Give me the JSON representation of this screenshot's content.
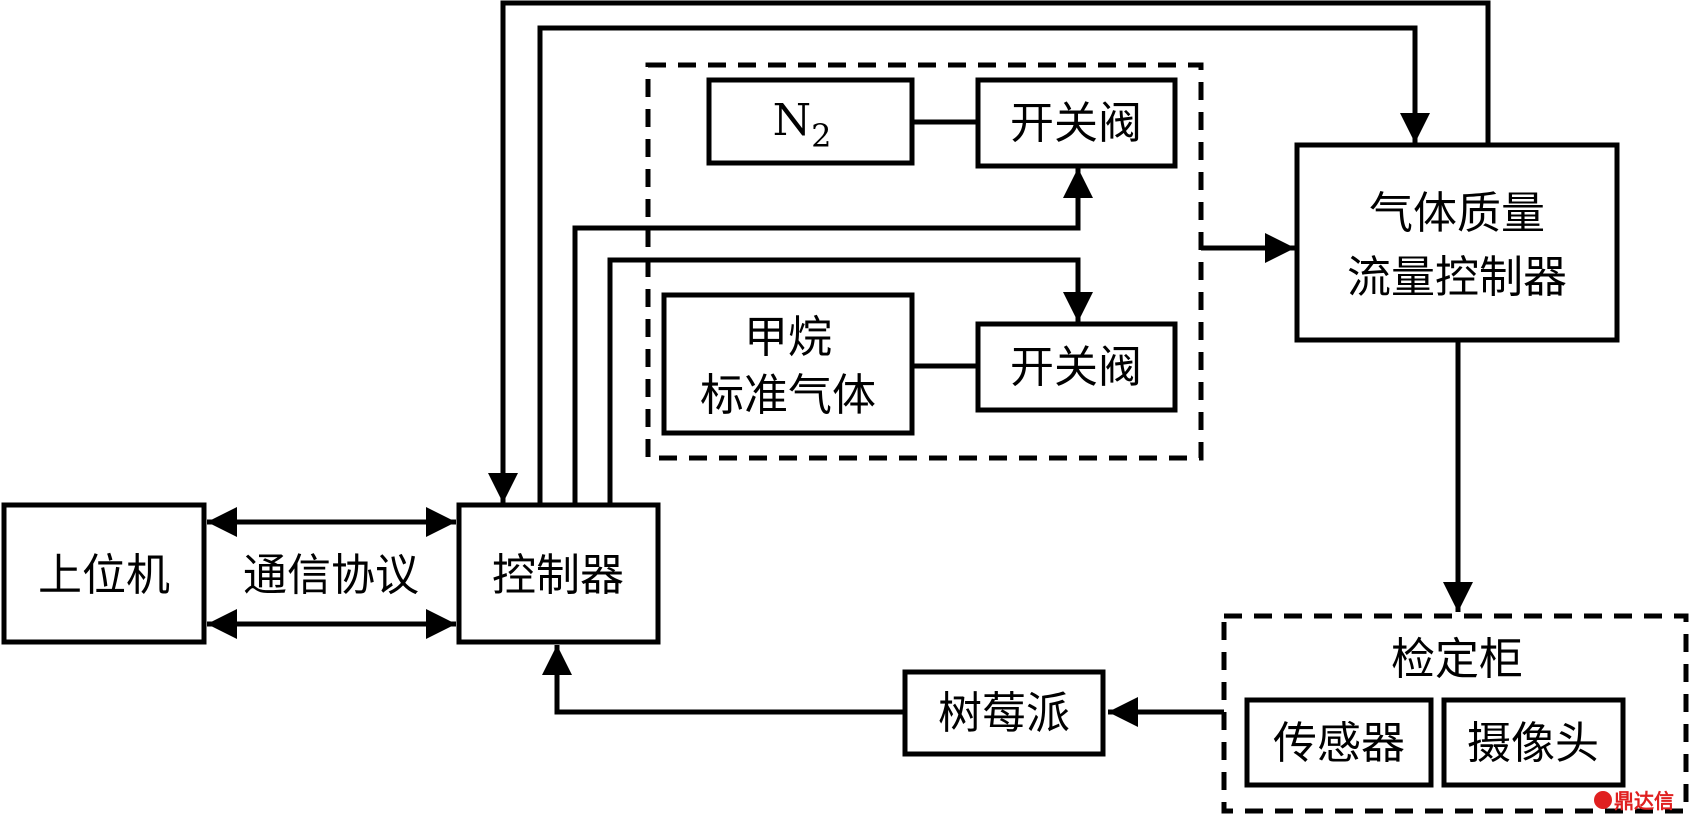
{
  "diagram": {
    "nodes": {
      "host_pc": "上位机",
      "protocol": "通信协议",
      "controller": "控制器",
      "n2": "N",
      "n2_sub": "2",
      "valve_1": "开关阀",
      "methane_line1": "甲烷",
      "methane_line2": "标准气体",
      "valve_2": "开关阀",
      "mfc_line1": "气体质量",
      "mfc_line2": "流量控制器",
      "cabinet": "检定柜",
      "sensor": "传感器",
      "camera": "摄像头",
      "raspberry_pi": "树莓派"
    },
    "watermark": {
      "text": "鼎达信",
      "color": "#e02020"
    },
    "colors": {
      "stroke": "#000000",
      "background": "#ffffff"
    }
  }
}
